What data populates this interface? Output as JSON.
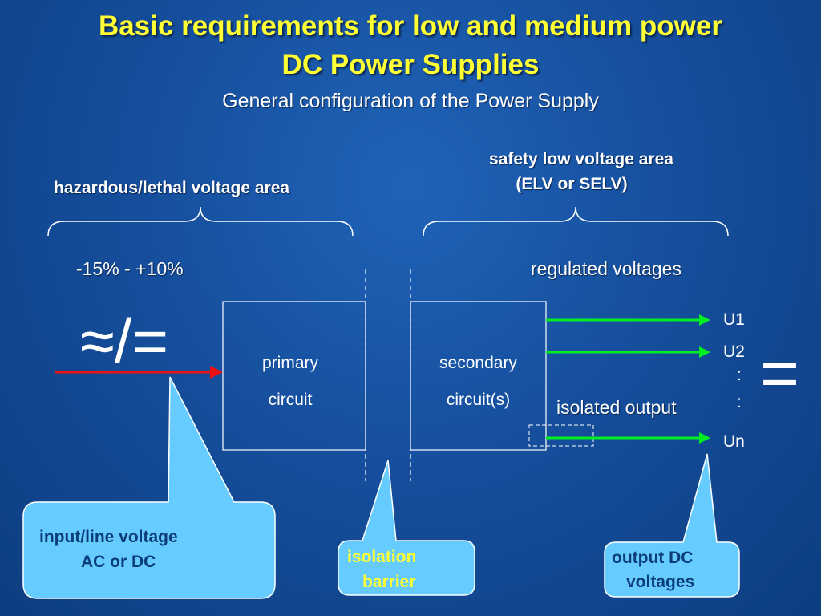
{
  "title": {
    "line1": "Basic  requirements for low and medium power",
    "line2": "DC Power Supplies"
  },
  "subtitle": "General configuration of the Power Supply",
  "areas": {
    "hazardous": "hazardous/lethal voltage area",
    "safety_line1": "safety low voltage area",
    "safety_line2": "(ELV  or  SELV)"
  },
  "tolerance": "-15%  -  +10%",
  "regulated": "regulated voltages",
  "symbols": {
    "ac_dc": "≈/=",
    "dc": "="
  },
  "primary": {
    "line1": "primary",
    "line2": "circuit"
  },
  "secondary": {
    "line1": "secondary",
    "line2": "circuit(s)"
  },
  "isolated_output": "isolated output",
  "outputs": [
    "U1",
    "U2",
    ":",
    ":",
    "Un"
  ],
  "callouts": {
    "input": {
      "line1": "input/line voltage",
      "line2": "AC or DC"
    },
    "isolation": {
      "line1": "isolation",
      "line2": "barrier"
    },
    "output": {
      "line1": "output DC",
      "line2": "voltages"
    }
  },
  "colors": {
    "title": "#ffff33",
    "callout_fill": "#66ccff",
    "arrow_green": "#00ee22",
    "arrow_red": "#ee1111"
  }
}
